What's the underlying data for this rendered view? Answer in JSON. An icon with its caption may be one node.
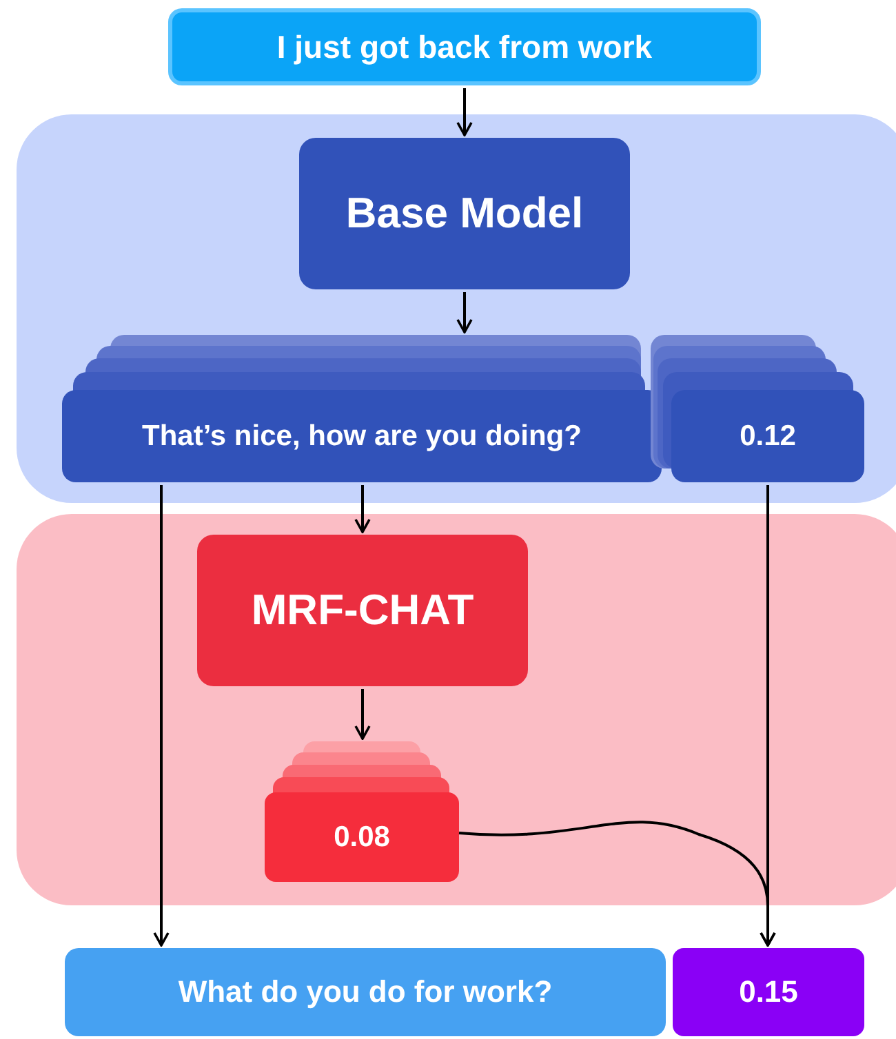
{
  "diagram": {
    "nodes": [
      {
        "text": [
          "I just got back from work"
        ]
      },
      {
        "text": [],
        "shape": "box"
      },
      {
        "text": [
          "Base Model"
        ],
        "in": 1
      },
      {
        "text": [
          "That’s nice, how are you doing?"
        ],
        "in": 1
      },
      {
        "text": [
          "0.12"
        ],
        "in": 1
      },
      {
        "text": [],
        "shape": "box"
      },
      {
        "text": [
          "MRF-CHAT"
        ],
        "in": 5
      },
      {
        "text": [
          "0.08"
        ],
        "in": 5
      },
      {
        "text": [
          "What do you do for work?"
        ]
      },
      {
        "text": [
          "0.15"
        ]
      }
    ],
    "edges": [
      {
        "from": 0,
        "to": 2,
        "arrow": "to"
      },
      {
        "from": 2,
        "to": 3,
        "arrow": "to"
      },
      {
        "from": 3,
        "to": 6,
        "arrow": "to"
      },
      {
        "from": 6,
        "to": 7,
        "arrow": "to"
      },
      {
        "from": 3,
        "to": 8,
        "arrow": "to"
      },
      {
        "from": 4,
        "to": 9,
        "arrow": "to"
      },
      {
        "from": 7,
        "to": 9,
        "arrow": "to"
      }
    ]
  }
}
